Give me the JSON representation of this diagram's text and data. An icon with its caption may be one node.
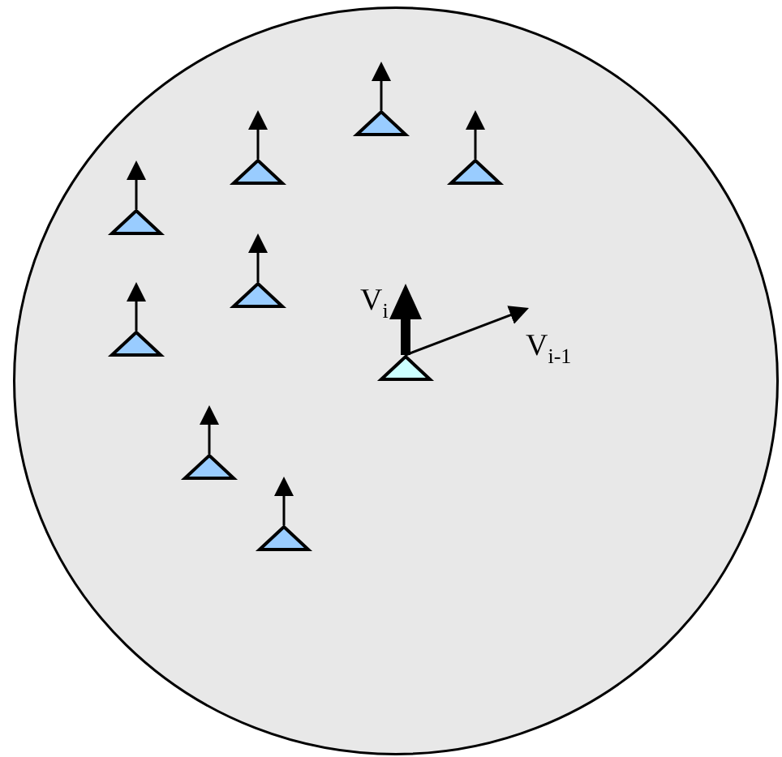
{
  "diagram": {
    "nodes": [
      {
        "text": [],
        "shape": "circle"
      },
      {
        "text": [],
        "shape": "triangle",
        "in": 0
      },
      {
        "text": [],
        "shape": "triangle",
        "in": 0
      },
      {
        "text": [],
        "shape": "triangle",
        "in": 0
      },
      {
        "text": [],
        "shape": "triangle",
        "in": 0
      },
      {
        "text": [],
        "shape": "triangle",
        "in": 0
      },
      {
        "text": [],
        "shape": "triangle",
        "in": 0
      },
      {
        "text": [],
        "shape": "triangle",
        "in": 0
      },
      {
        "text": [],
        "shape": "triangle",
        "in": 0
      },
      {
        "text": [],
        "shape": "triangle",
        "in": 0
      }
    ],
    "edges": [
      {
        "from": 1,
        "to": null,
        "arrow": "to"
      },
      {
        "from": 2,
        "to": null,
        "arrow": "to"
      },
      {
        "from": 3,
        "to": null,
        "arrow": "to"
      },
      {
        "from": 4,
        "to": null,
        "arrow": "to"
      },
      {
        "from": 5,
        "to": null,
        "arrow": "to"
      },
      {
        "from": 6,
        "to": null,
        "arrow": "to"
      },
      {
        "from": 7,
        "to": null,
        "arrow": "to",
        "label": "V$_{i}$",
        "style": "thick"
      },
      {
        "from": 7,
        "to": null,
        "arrow": "to",
        "label": "V$_{i-1}$"
      },
      {
        "from": 8,
        "to": null,
        "arrow": "to"
      },
      {
        "from": 9,
        "to": null,
        "arrow": "to"
      }
    ]
  }
}
